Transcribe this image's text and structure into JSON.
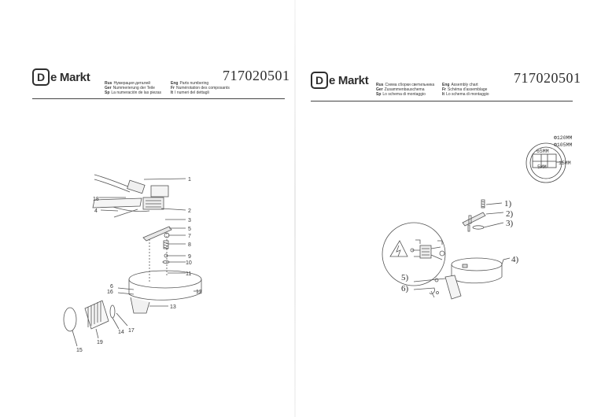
{
  "left": {
    "brand": {
      "mark": "D",
      "text": "e Markt"
    },
    "code": "717020501",
    "lang_labels": [
      {
        "lang": "Rus",
        "text": "Нумерация деталей"
      },
      {
        "lang": "Eng",
        "text": "Parts numbering"
      },
      {
        "lang": "Ger",
        "text": "Nummerierung der Teile"
      },
      {
        "lang": "Fr",
        "text": "Numérotation des composants"
      },
      {
        "lang": "Sp",
        "text": "La numeración de las piezas"
      },
      {
        "lang": "It",
        "text": "I numeri del dettagli"
      }
    ],
    "callouts": [
      "1",
      "2",
      "3",
      "4",
      "5",
      "6",
      "7",
      "8",
      "9",
      "10",
      "11",
      "12",
      "13",
      "14",
      "15",
      "16",
      "17",
      "18",
      "19"
    ]
  },
  "right": {
    "brand": {
      "mark": "D",
      "text": "e Markt"
    },
    "code": "717020501",
    "lang_labels": [
      {
        "lang": "Rus",
        "text": "Схема сборки светильника"
      },
      {
        "lang": "Eng",
        "text": "Assembly chart"
      },
      {
        "lang": "Ger",
        "text": "Zusammenbauschema"
      },
      {
        "lang": "Fr",
        "text": "Schéma d'assemblage"
      },
      {
        "lang": "Sp",
        "text": "Lo schema di montaggio"
      },
      {
        "lang": "It",
        "text": "Lo schema di montaggio"
      }
    ],
    "dims": {
      "d_outer": "Φ120MM",
      "d_inner": "Φ105MM",
      "h1": "65MM",
      "h2": "5MM",
      "h3": "15MM"
    },
    "steps": [
      "1)",
      "2)",
      "3)",
      "4)",
      "5)",
      "6)"
    ]
  }
}
